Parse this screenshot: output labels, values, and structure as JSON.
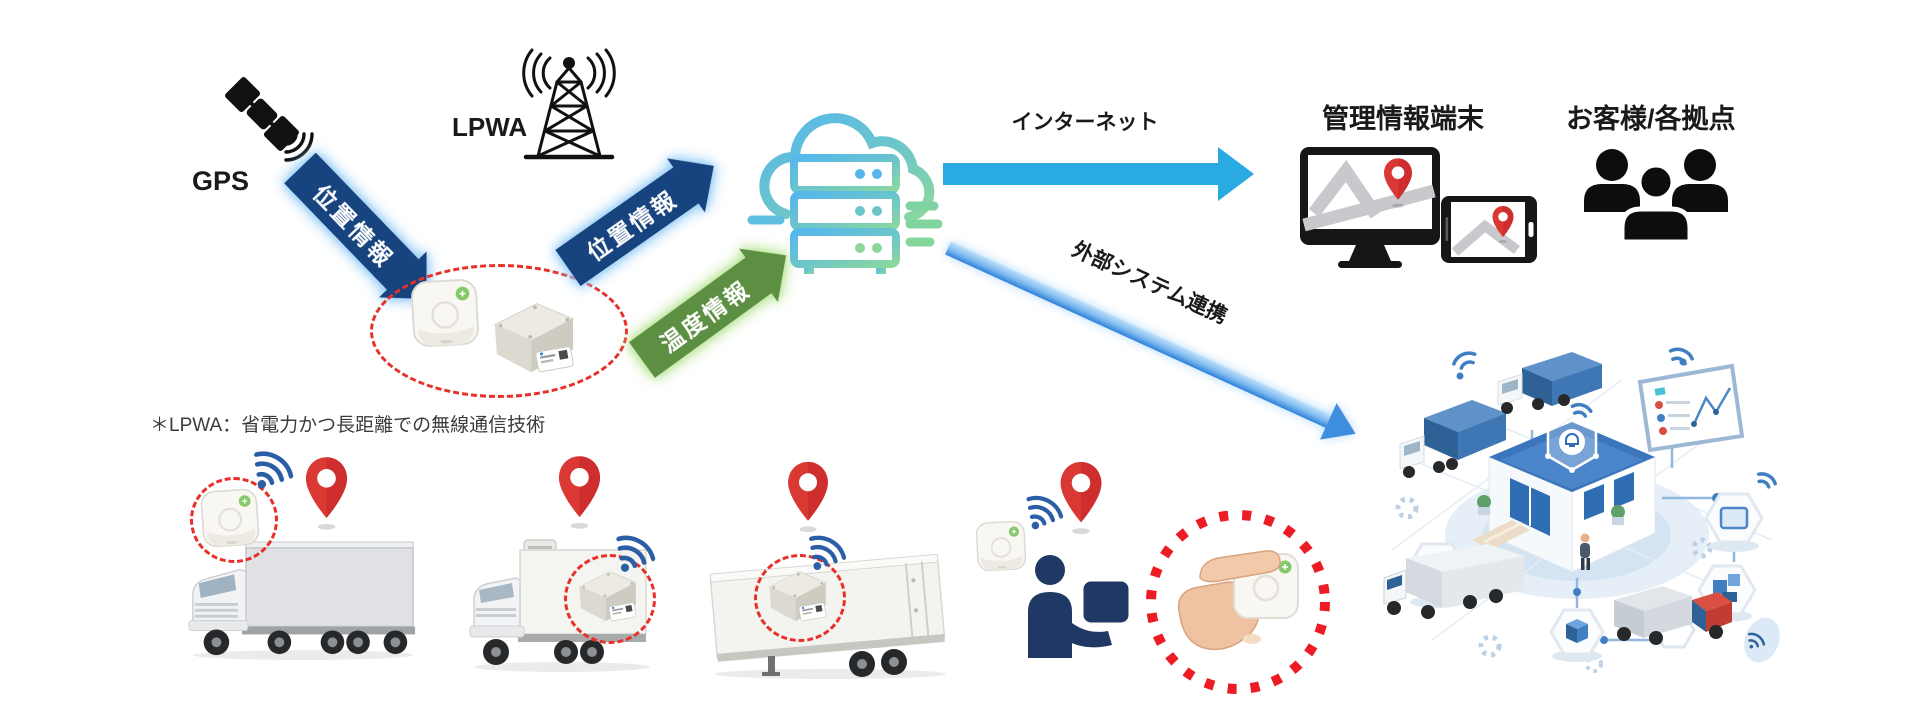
{
  "flow": {
    "gps": {
      "label": "GPS"
    },
    "lpwa": {
      "label": "LPWA"
    },
    "arrows": {
      "location1": "位置情報",
      "location2": "位置情報",
      "temperature": "温度情報",
      "internet": "インターネット",
      "external": "外部システム連携"
    },
    "terminal": {
      "label": "管理情報端末"
    },
    "customers": {
      "label": "お客様/各拠点"
    },
    "footnote": "＊LPWA：省電力かつ長距離での無線通信技術"
  },
  "colors": {
    "arrow_navy": "#17437F",
    "arrow_navy_glow": "#A8D4F0",
    "arrow_green": "#5C8F41",
    "arrow_green_glow": "#CBE8B4",
    "arrow_cyan": "#29ABE2",
    "arrow_external_gradient_top": "#BFE1FA",
    "arrow_external_gradient_bottom": "#2E7FD9",
    "pin_red": "#DA3832",
    "dashed_red": "#E8302A",
    "dotted_red": "#ED1C24",
    "wifi_blue": "#2B5EA7",
    "person_navy": "#1F3864",
    "cloud_blue": "#56B7EC",
    "cloud_green": "#8BD89E",
    "illustration_blue": "#2F6DB5"
  },
  "icons": {
    "gps-satellite-icon": "black satellite with signal waves",
    "lpwa-tower-icon": "radio tower with broadcast waves",
    "cloud-server-icon": "cloud with server rack, blue-green gradient",
    "monitor-map-icon": "monitor showing map with red location pin",
    "tablet-map-icon": "tablet showing map with red location pin",
    "customers-icon": "three black person silhouettes",
    "location-pin-icon": "red map pin",
    "wifi-icon": "blue radio wave fan",
    "tracker-device-icon": "white square GPS tracker with green LED",
    "temperature-logger-icon": "beige box data logger with label tag",
    "truck-large-icon": "large white box truck",
    "truck-refrigerated-icon": "small refrigerated box truck",
    "trailer-icon": "white semi-trailer",
    "worker-box-icon": "navy person silhouette carrying a box",
    "hand-device-icon": "hand holding the tracker device",
    "logistics-hub-illustration": "isometric logistics center with trucks, screens and network hexagons"
  }
}
